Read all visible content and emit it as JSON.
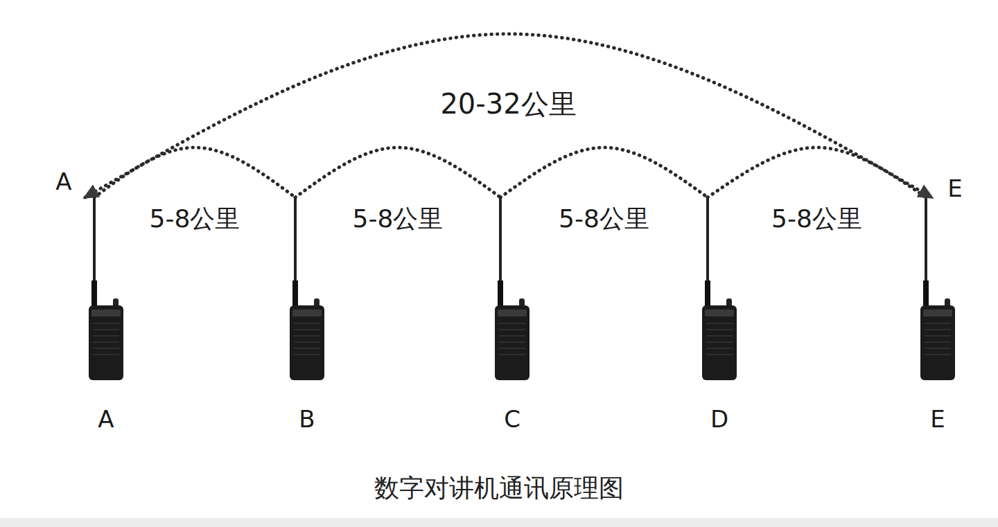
{
  "diagram": {
    "caption": "数字对讲机通讯原理图",
    "nodes": [
      {
        "text": [
          "A"
        ]
      },
      {
        "text": [
          "B"
        ]
      },
      {
        "text": [
          "C"
        ]
      },
      {
        "text": [
          "D"
        ]
      },
      {
        "text": [
          "E"
        ]
      }
    ],
    "edges": [
      {
        "from": 0,
        "to": 1,
        "label": "5-8公里",
        "arrow": "none"
      },
      {
        "from": 1,
        "to": 2,
        "label": "5-8公里",
        "arrow": "none"
      },
      {
        "from": 2,
        "to": 3,
        "label": "5-8公里",
        "arrow": "none"
      },
      {
        "from": 3,
        "to": 4,
        "label": "5-8公里",
        "arrow": "none"
      },
      {
        "from": 0,
        "to": 4,
        "label": "20-32公里",
        "arrow": "both"
      }
    ],
    "labels": [
      "A",
      "E"
    ]
  }
}
